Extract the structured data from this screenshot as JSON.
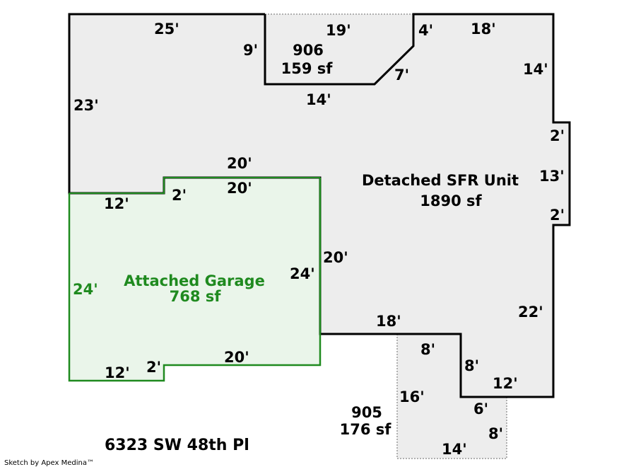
{
  "main_unit": {
    "name": "Detached SFR Unit",
    "area": "1890 sf",
    "dims": {
      "top_left": "25'",
      "left": "23'",
      "bump_top": "4'",
      "top_right": "18'",
      "right_upper": "14'",
      "notch_top": "2'",
      "notch_side": "13'",
      "notch_bottom": "2'",
      "right_lower": "22'",
      "bottom_right": "12'",
      "step_vertical": "8'",
      "step_horizontal": "18'",
      "inner_vertical": "20'",
      "garage_top_outer": "20'"
    }
  },
  "room_906": {
    "id": "906",
    "area": "159 sf",
    "dims": {
      "top": "19'",
      "left": "9'",
      "diagonal": "7'",
      "bottom": "14'"
    }
  },
  "room_905": {
    "id": "905",
    "area": "176 sf",
    "dims": {
      "top": "8'",
      "left": "16'",
      "right_upper": "6'",
      "right_lower": "8'",
      "bottom": "14'"
    }
  },
  "garage": {
    "name": "Attached Garage",
    "area": "768 sf",
    "dims": {
      "left": "24'",
      "right": "24'",
      "top": "20'",
      "top_step": "2'",
      "top_left": "12'",
      "bottom": "20'",
      "bottom_left": "12'",
      "bottom_step": "2'"
    }
  },
  "address": "6323 SW 48th Pl",
  "credit": "Sketch by Apex Medina™",
  "colors": {
    "main_fill": "#ededed",
    "main_stroke": "#000000",
    "garage_fill": "#eaf5ea",
    "garage_stroke": "#1f8a1f",
    "dotted_stroke": "#999999"
  }
}
